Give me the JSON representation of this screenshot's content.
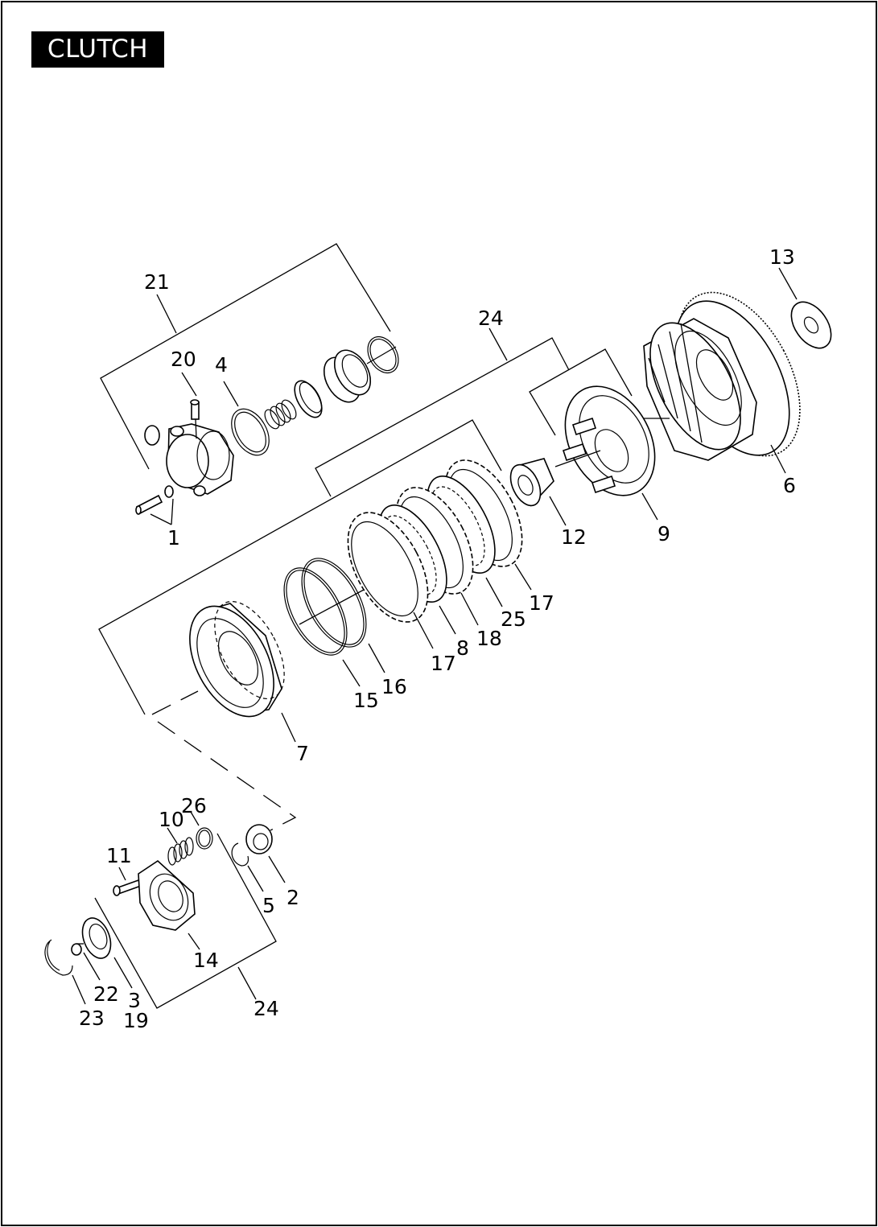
{
  "title": "CLUTCH",
  "callouts": {
    "c21": "21",
    "c24a": "24",
    "c13": "13",
    "c20": "20",
    "c4": "4",
    "c6": "6",
    "c1": "1",
    "c12": "12",
    "c9": "9",
    "c17a": "17",
    "c25": "25",
    "c18": "18",
    "c8": "8",
    "c17b": "17",
    "c16": "16",
    "c15": "15",
    "c7": "7",
    "c26": "26",
    "c10": "10",
    "c11": "11",
    "c2": "2",
    "c5": "5",
    "c14": "14",
    "c22": "22",
    "c3": "3",
    "c23": "23",
    "c19": "19",
    "c24b": "24"
  }
}
